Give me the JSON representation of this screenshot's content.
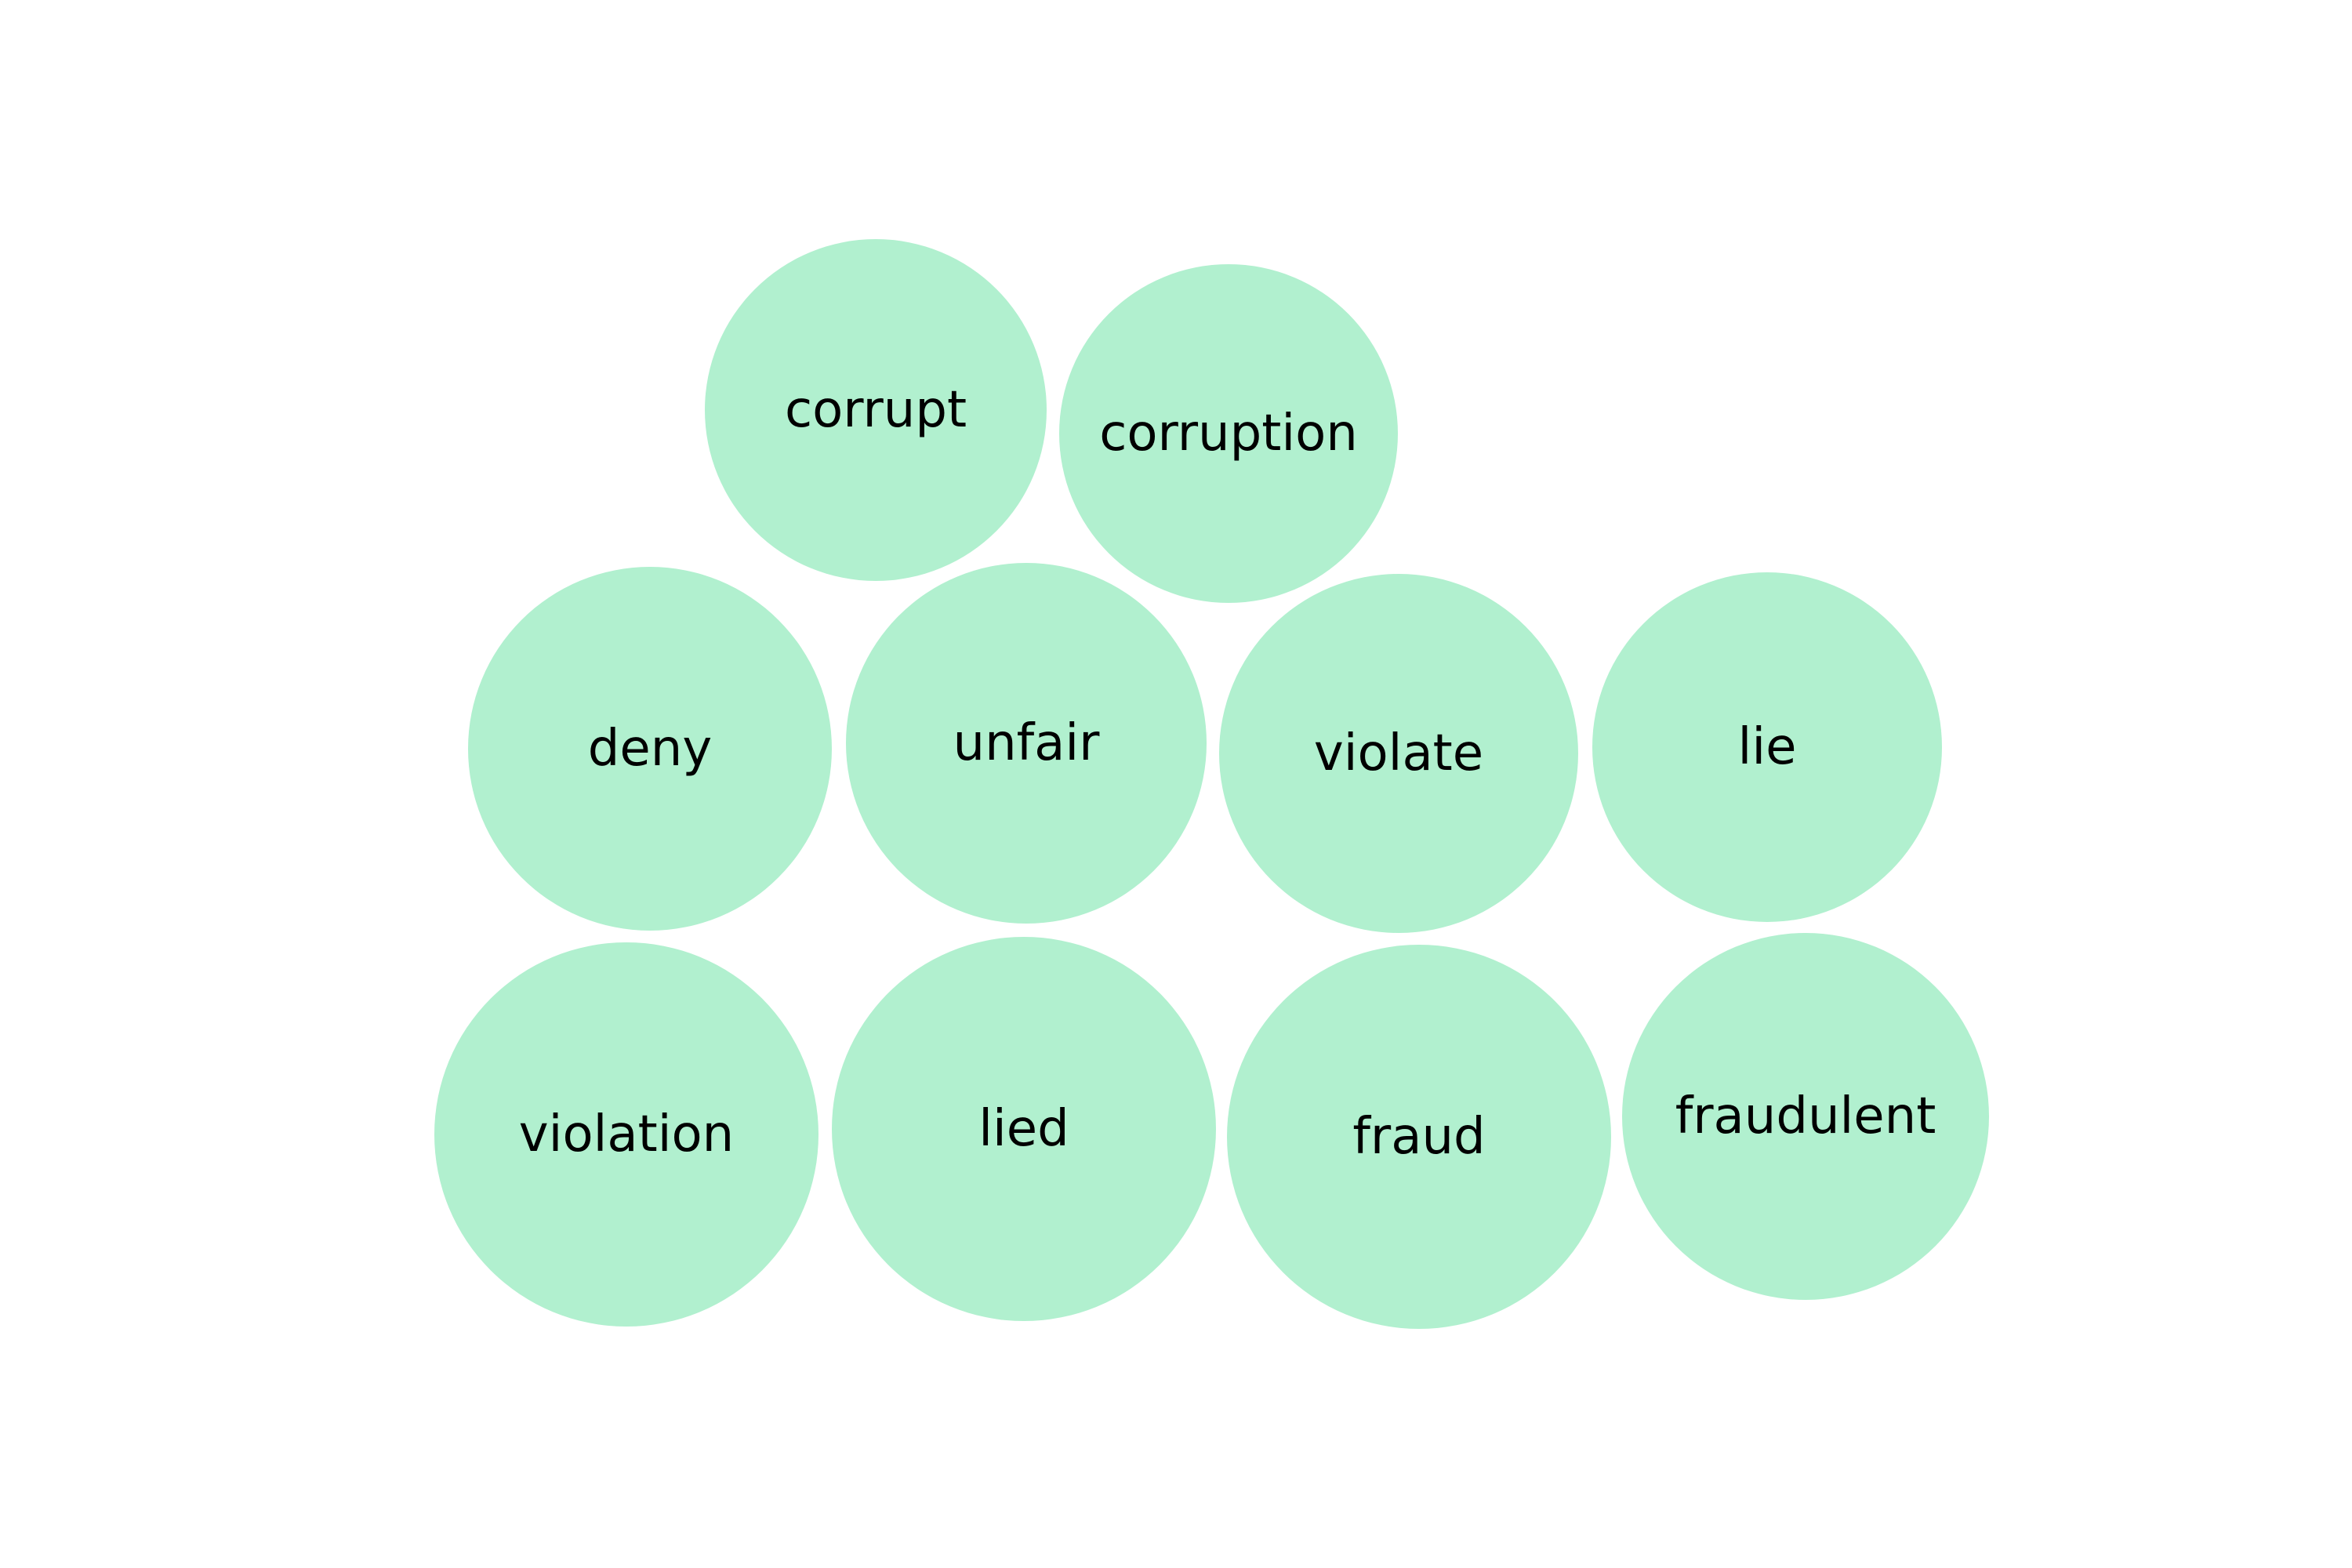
{
  "bubble_color": "#b1f0cf",
  "label_color": "#000000",
  "bubbles": [
    {
      "label": "corrupt"
    },
    {
      "label": "corruption"
    },
    {
      "label": "deny"
    },
    {
      "label": "unfair"
    },
    {
      "label": "violate"
    },
    {
      "label": "lie"
    },
    {
      "label": "violation"
    },
    {
      "label": "lied"
    },
    {
      "label": "fraud"
    },
    {
      "label": "fraudulent"
    }
  ]
}
